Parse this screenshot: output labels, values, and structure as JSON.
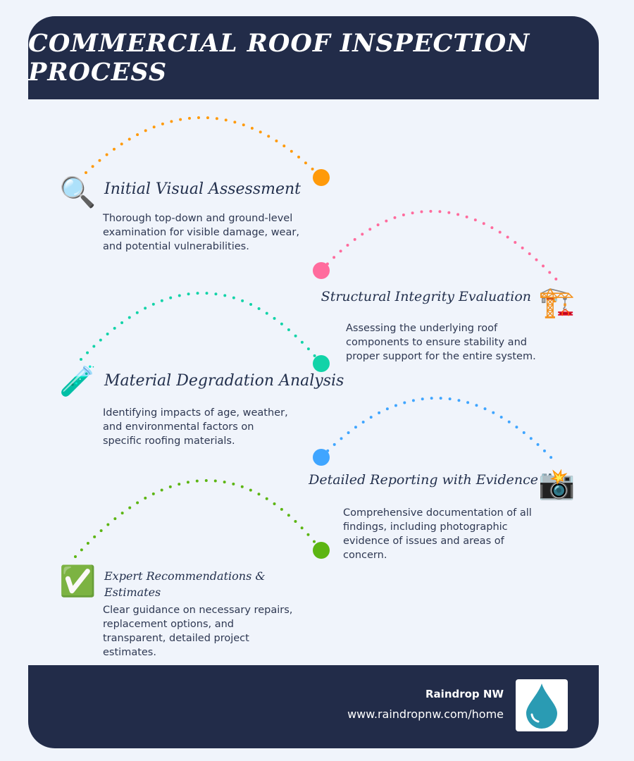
{
  "header": {
    "title": "COMMERCIAL ROOF INSPECTION PROCESS"
  },
  "steps": [
    {
      "title": "Initial Visual Assessment",
      "description": "Thorough top-down and ground-level examination for visible damage, wear, and potential vulnerabilities.",
      "icon": "magnifying-glass-icon",
      "glyph": "🔍",
      "color": "#ff9a0a"
    },
    {
      "title": "Structural Integrity Evaluation",
      "description": "Assessing the underlying roof components to ensure stability and proper support for the entire system.",
      "icon": "crane-icon",
      "glyph": "🏗️",
      "color": "#ff6b9d"
    },
    {
      "title": "Material Degradation Analysis",
      "description": "Identifying impacts of age, weather, and environmental factors on specific roofing materials.",
      "icon": "test-tube-icon",
      "glyph": "🧪",
      "color": "#12d3a8"
    },
    {
      "title": "Detailed Reporting with Evidence",
      "description": "Comprehensive documentation of all findings, including photographic evidence of issues and areas of concern.",
      "icon": "camera-flash-icon",
      "glyph": "📸",
      "color": "#3fa5ff"
    },
    {
      "title": "Expert Recommendations & Estimates",
      "description": "Clear guidance on necessary repairs, replacement options, and transparent, detailed project estimates.",
      "icon": "check-mark-icon",
      "glyph": "✅",
      "color": "#5cb512"
    }
  ],
  "footer": {
    "brand": "Raindrop NW",
    "url": "www.raindropnw.com/home",
    "logo": "raindrop-logo-icon",
    "logo_color": "#2a9bb3"
  }
}
